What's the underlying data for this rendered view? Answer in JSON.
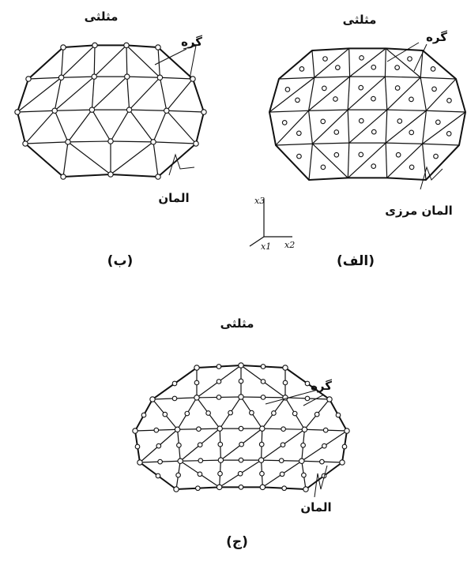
{
  "figure": {
    "fig_a": {
      "caption": "(الف)",
      "title": "مثلثی",
      "node_label": "گره",
      "element_label": "المان مرزی"
    },
    "fig_b": {
      "caption": "(ب)",
      "title": "مثلثی",
      "node_label": "گره",
      "element_label": "المان"
    },
    "fig_c": {
      "caption": "(ج)",
      "title": "مثلثی",
      "node_label": "گره",
      "element_label": "المان"
    },
    "axes": {
      "x1": "x1",
      "x2": "x2",
      "x3": "x3"
    }
  }
}
